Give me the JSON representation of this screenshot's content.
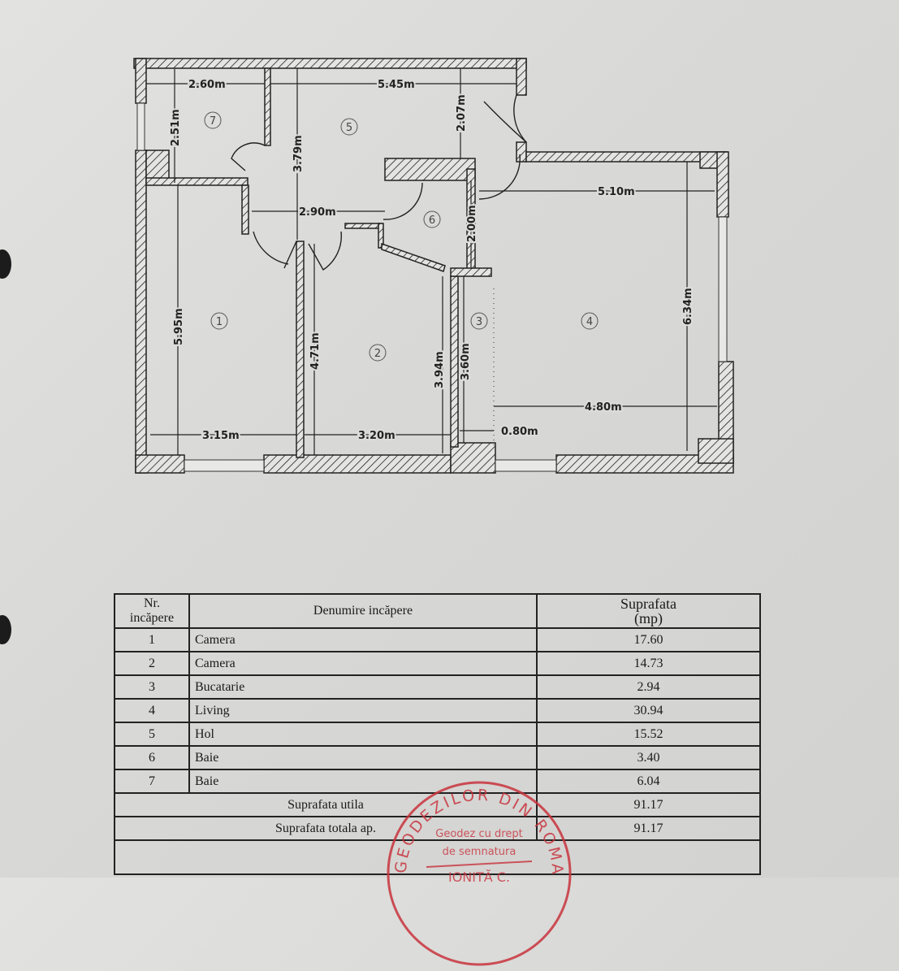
{
  "plan": {
    "dimensions": {
      "d260": "2.60m",
      "d545": "5.45m",
      "d251": "2.51m",
      "d379": "3.79m",
      "d207": "2.07m",
      "d510": "5.10m",
      "d290": "2.90m",
      "d200": "2.00m",
      "d595": "5.95m",
      "d471": "4.71m",
      "d394": "3.94m",
      "d360": "3.60m",
      "d634": "6.34m",
      "d480": "4.80m",
      "d315": "3.15m",
      "d320": "3.20m",
      "d080": "0.80m"
    },
    "room_numbers": [
      "1",
      "2",
      "3",
      "4",
      "5",
      "6",
      "7"
    ]
  },
  "table": {
    "headers": {
      "nr": "Nr. incăpere",
      "name": "Denumire incăpere",
      "area_line1": "Suprafata",
      "area_line2": "(mp)"
    },
    "rows": [
      {
        "nr": "1",
        "name": "Camera",
        "area": "17.60"
      },
      {
        "nr": "2",
        "name": "Camera",
        "area": "14.73"
      },
      {
        "nr": "3",
        "name": "Bucatarie",
        "area": "2.94"
      },
      {
        "nr": "4",
        "name": "Living",
        "area": "30.94"
      },
      {
        "nr": "5",
        "name": "Hol",
        "area": "15.52"
      },
      {
        "nr": "6",
        "name": "Baie",
        "area": "3.40"
      },
      {
        "nr": "7",
        "name": "Baie",
        "area": "6.04"
      }
    ],
    "summary": [
      {
        "label": "Suprafata utila",
        "value": "91.17"
      },
      {
        "label": "Suprafata totala ap.",
        "value": "91.17"
      }
    ]
  },
  "stamp": {
    "ring_text": "GEODEZILOR DIN ROMA",
    "line1": "Geodez cu drept",
    "line2": "de semnatura",
    "name": "IONITĂ C.",
    "color": "#c8323c"
  }
}
